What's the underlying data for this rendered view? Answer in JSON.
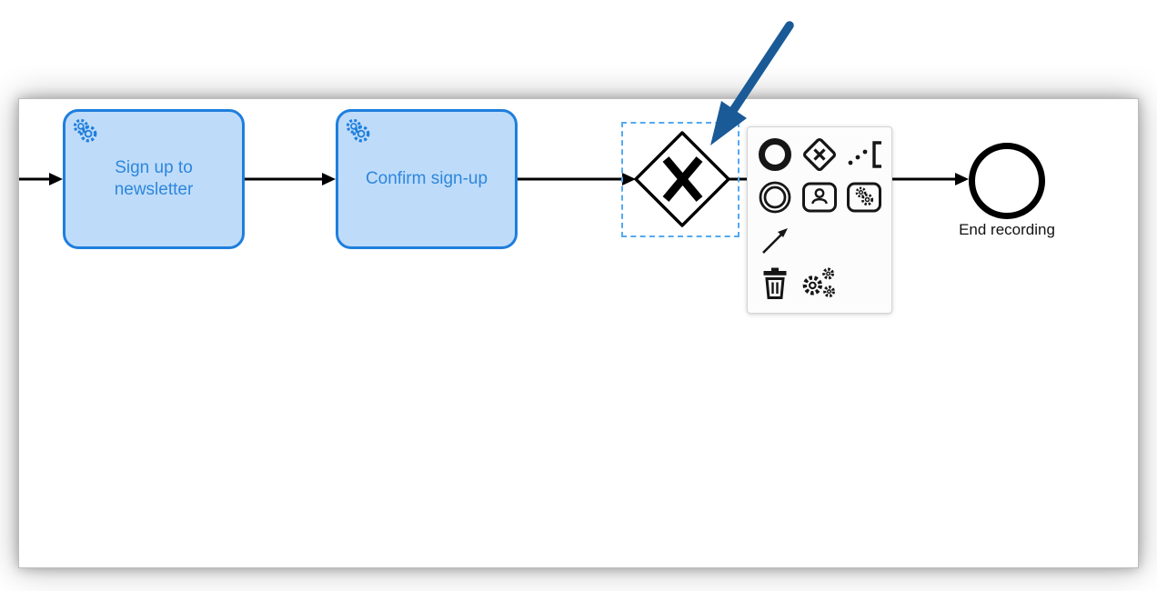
{
  "colors": {
    "task_fill": "#bedcf9",
    "task_stroke": "#1f7edd",
    "task_text": "#2e86de",
    "flow_stroke": "#000000",
    "selection_stroke": "#55a9f2",
    "annotation_arrow": "#1a5a96",
    "pad_bg": "#fcfcfc",
    "pad_border": "#d4d4d4",
    "icon_color": "#161616",
    "label_color": "#111111"
  },
  "diagram": {
    "tasks": [
      {
        "label": "Sign up to newsletter",
        "type": "service-task",
        "selected": false
      },
      {
        "label": "Confirm sign-up",
        "type": "service-task",
        "selected": false
      }
    ],
    "gateway": {
      "type": "exclusive-gateway",
      "selected": true
    },
    "end_event": {
      "label": "End recording"
    }
  },
  "context_pad": {
    "items": [
      "append-end-event",
      "append-gateway",
      "append-text-annotation",
      "append-intermediate-event",
      "append-user-task",
      "append-service-task",
      "connect-tool",
      "delete",
      "change-settings"
    ]
  },
  "annotation": {
    "shape": "arrow",
    "target": "gateway"
  }
}
